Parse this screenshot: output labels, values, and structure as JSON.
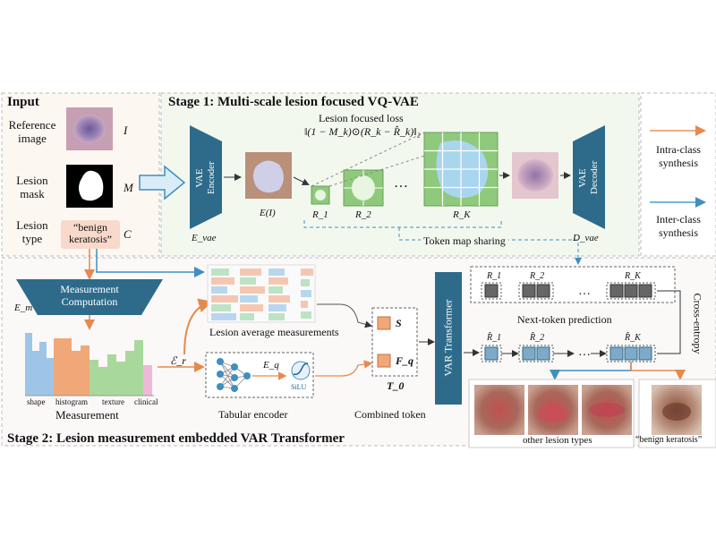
{
  "input": {
    "heading": "Input",
    "reference_label": "Reference\nimage",
    "reference_symbol": "I",
    "mask_label": "Lesion\nmask",
    "mask_symbol": "M",
    "type_label": "Lesion\ntype",
    "type_value": "“benign\nkeratosis”",
    "type_symbol": "C"
  },
  "stage1": {
    "title": "Stage 1: Multi-scale lesion focused VQ-VAE",
    "loss_title": "Lesion focused loss",
    "loss_formula": "‖(1 − M_k)⊙(R_k − R̂_k)‖₂",
    "encoder_label": "VAE\nEncoder",
    "encoder_sym": "E_vae",
    "encoded_label": "E(I)",
    "r1": "R_1",
    "r2": "R_2",
    "rk": "R_K",
    "ellipsis": "…",
    "decoder_label": "VAE\nDecoder",
    "decoder_sym": "D_vae",
    "token_sharing": "Token map sharing"
  },
  "legend": {
    "intra": "Intra-class\nsynthesis",
    "inter": "Inter-class\nsynthesis",
    "intra_color": "#e8925a",
    "inter_color": "#4a9cc8"
  },
  "stage2": {
    "title": "Stage 2: Lesion measurement embedded VAR Transformer",
    "measurement_box": "Measurement\nComputation",
    "em_sym": "E_m",
    "measurement_label": "Measurement",
    "bar_categories": [
      "shape",
      "histogram",
      "texture",
      "clinical"
    ],
    "lesion_avg": "Lesion average measurements",
    "er_sym": "ℰ_r",
    "eq_sym": "E_q",
    "silu": "SiLU",
    "tabular": "Tabular encoder",
    "s_sym": "S",
    "fq_sym": "F_q",
    "t0_sym": "T_0",
    "combined": "Combined token",
    "var": "VAR Transformer",
    "next_token": "Next-token prediction",
    "cross_entropy": "Cross-entropy",
    "r1": "R_1",
    "r2": "R_2",
    "rk": "R_K",
    "r1h": "R̂_1",
    "r2h": "R̂_2",
    "rkh": "R̂_K",
    "ellipsis": "…",
    "other_types": "other lesion types",
    "benign": "“benign keratosis”"
  },
  "colors": {
    "teal": "#2e6b8a",
    "orange": "#e58a4e",
    "blue": "#3f8fc0",
    "green": "#8fc97c",
    "pink": "#f7dcd3"
  }
}
